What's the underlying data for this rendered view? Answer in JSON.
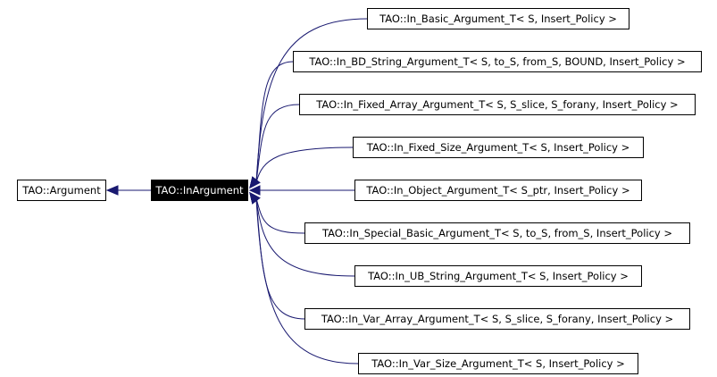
{
  "diagram": {
    "base_class": "TAO::Argument",
    "current_class": "TAO::InArgument",
    "derived_classes": [
      "TAO::In_Basic_Argument_T< S, Insert_Policy >",
      "TAO::In_BD_String_Argument_T< S, to_S, from_S, BOUND, Insert_Policy >",
      "TAO::In_Fixed_Array_Argument_T< S, S_slice, S_forany, Insert_Policy >",
      "TAO::In_Fixed_Size_Argument_T< S, Insert_Policy >",
      "TAO::In_Object_Argument_T< S_ptr, Insert_Policy >",
      "TAO::In_Special_Basic_Argument_T< S, to_S, from_S, Insert_Policy >",
      "TAO::In_UB_String_Argument_T< S, Insert_Policy >",
      "TAO::In_Var_Array_Argument_T< S, S_slice, S_forany, Insert_Policy >",
      "TAO::In_Var_Size_Argument_T< S, Insert_Policy >"
    ],
    "edge_color": "#191970"
  }
}
